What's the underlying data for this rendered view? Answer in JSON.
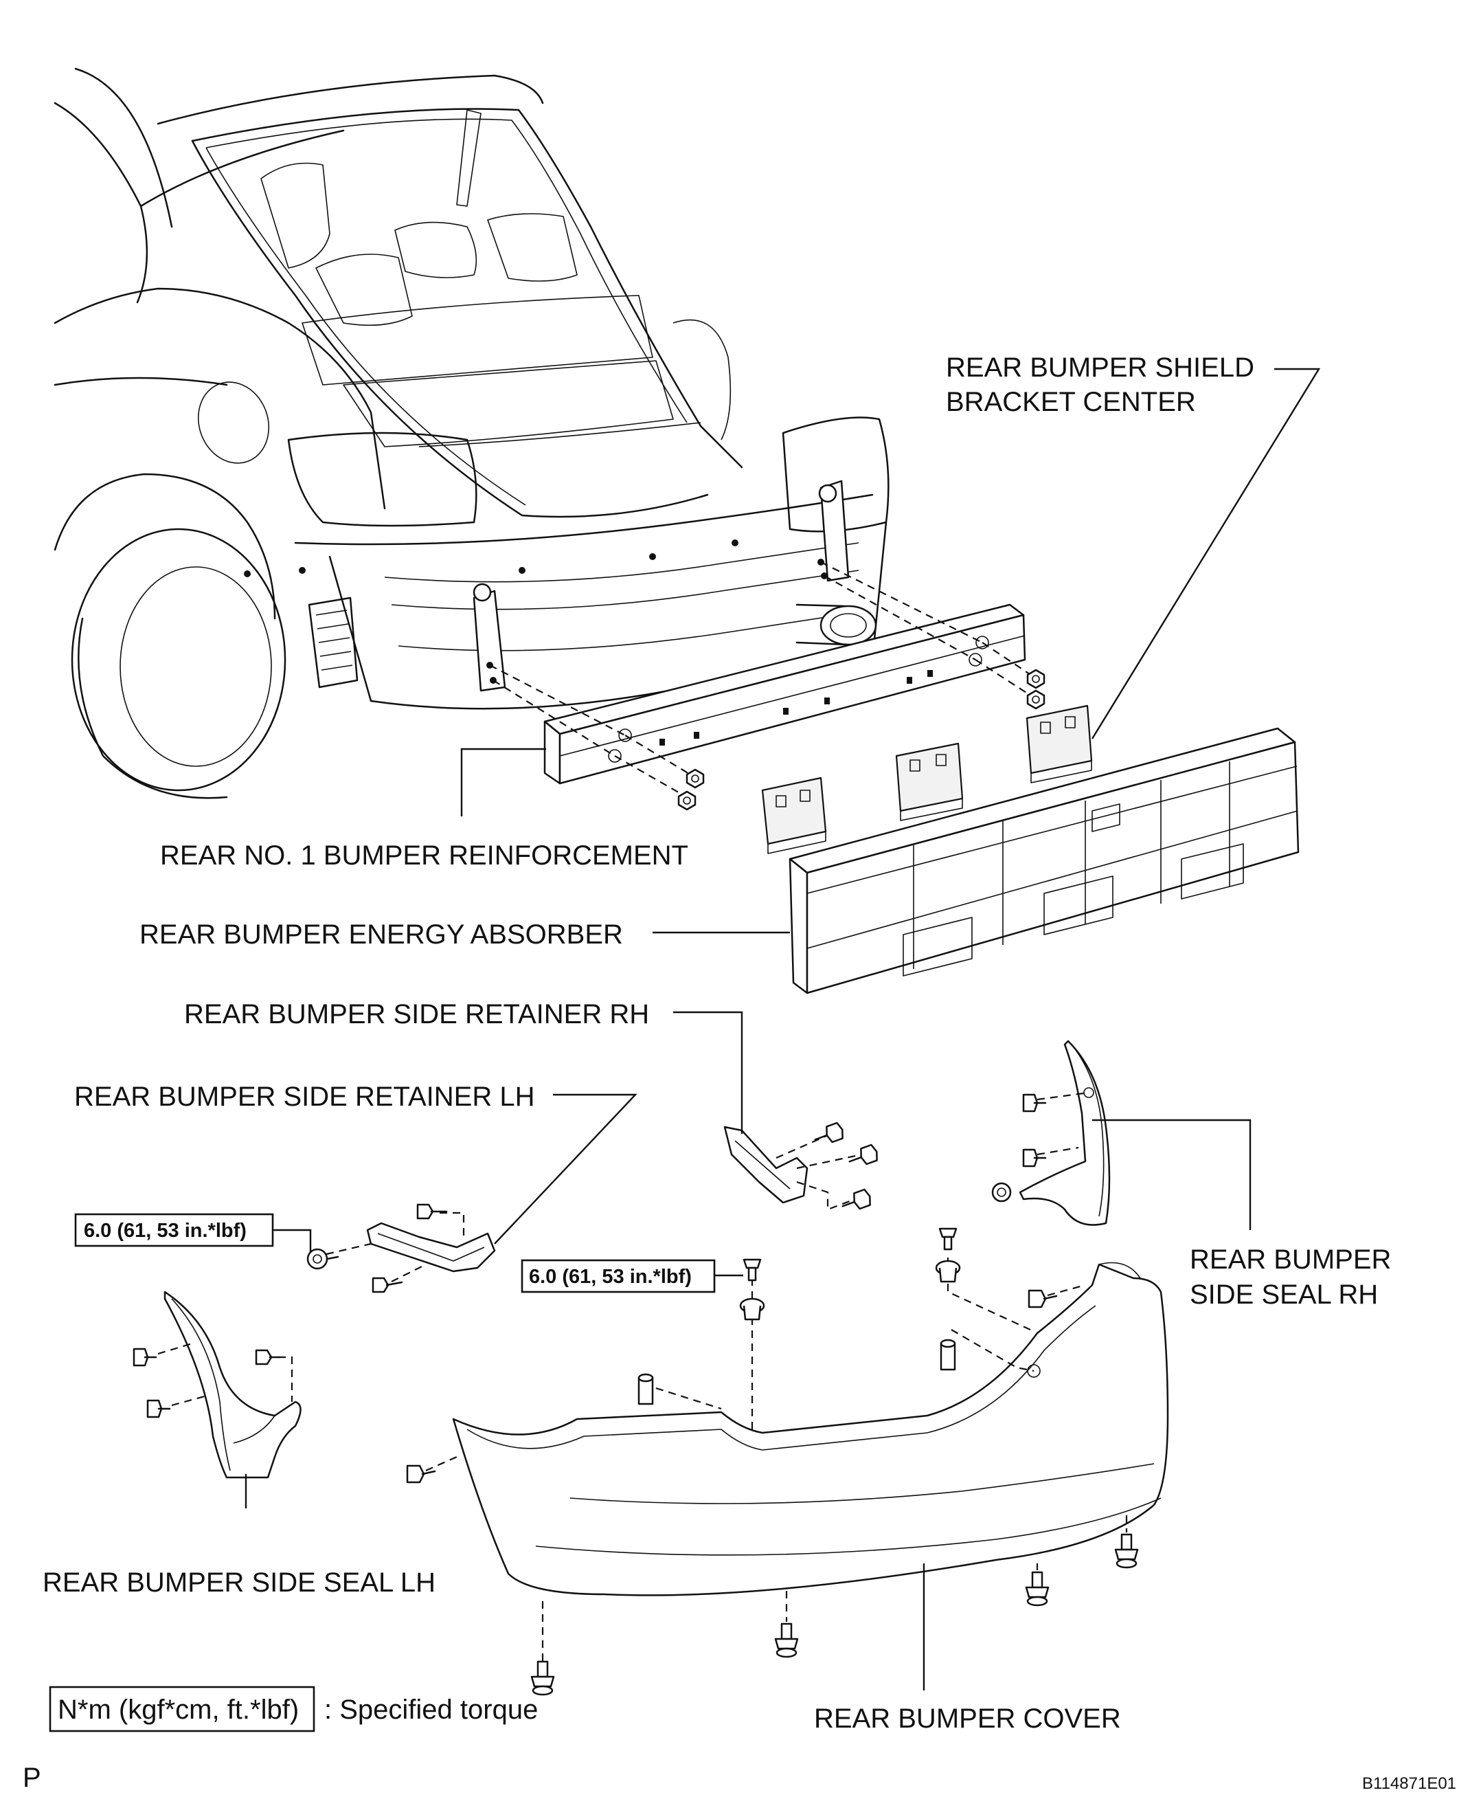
{
  "labels": {
    "shield_bracket": [
      "REAR BUMPER SHIELD",
      "BRACKET CENTER"
    ],
    "reinforcement": "REAR NO. 1 BUMPER REINFORCEMENT",
    "energy_absorber": "REAR BUMPER ENERGY ABSORBER",
    "side_retainer_rh": "REAR BUMPER SIDE RETAINER RH",
    "side_retainer_lh": "REAR BUMPER SIDE RETAINER LH",
    "side_seal_rh": [
      "REAR BUMPER",
      "SIDE SEAL RH"
    ],
    "side_seal_lh": "REAR BUMPER SIDE SEAL LH",
    "bumper_cover": "REAR BUMPER COVER"
  },
  "torques": {
    "retainer_lh": "6.0 (61, 53 in.*lbf)",
    "cover_top": "6.0 (61, 53 in.*lbf)"
  },
  "legend": {
    "box_text": "N*m (kgf*cm, ft.*lbf)",
    "description": ": Specified torque"
  },
  "footer": {
    "corner_mark": "P",
    "figure_id": "B114871E01"
  }
}
